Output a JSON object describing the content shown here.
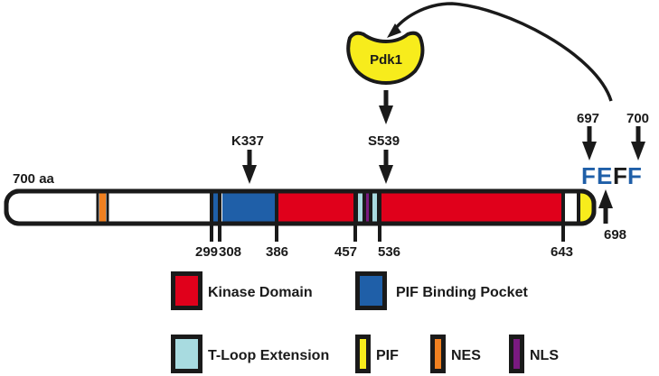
{
  "protein_length_label": "700 aa",
  "enzyme": {
    "label": "Pdk1",
    "color": "#f7ec1c"
  },
  "sites": {
    "k337": "K337",
    "s539": "S539"
  },
  "motif": {
    "letters": [
      {
        "char": "F",
        "color": "#1f5fa8"
      },
      {
        "char": "E",
        "color": "#1f5fa8"
      },
      {
        "char": "F",
        "color": "#1a1a1a"
      },
      {
        "char": "F",
        "color": "#1f5fa8"
      }
    ],
    "pos_697": "697",
    "pos_698": "698",
    "pos_700": "700"
  },
  "positions": [
    "299",
    "308",
    "386",
    "457",
    "536",
    "643"
  ],
  "legend": [
    {
      "label": "Kinase Domain",
      "color": "#e0001b"
    },
    {
      "label": "PIF Binding Pocket",
      "color": "#1f5fa8"
    },
    {
      "label": "T-Loop Extension",
      "color": "#a8dbe0"
    },
    {
      "label": "PIF",
      "color": "#f7ec1c"
    },
    {
      "label": "NES",
      "color": "#f08020"
    },
    {
      "label": "NLS",
      "color": "#7a1a80"
    }
  ]
}
